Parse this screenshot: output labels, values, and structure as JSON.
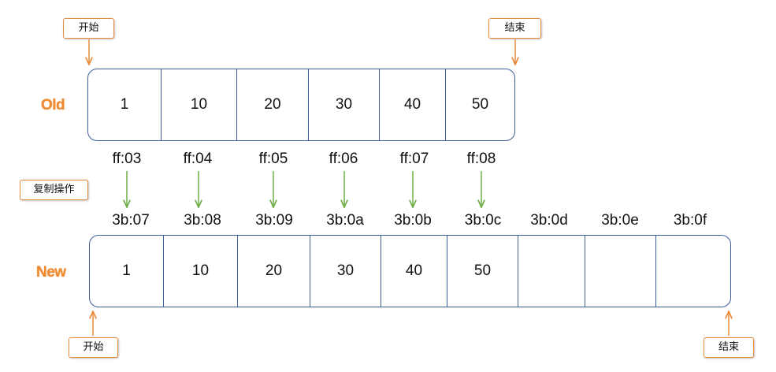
{
  "labels": {
    "old": "Old",
    "new": "New",
    "start": "开始",
    "end": "结束",
    "copy_op": "复制操作"
  },
  "old_array": {
    "values": [
      "1",
      "10",
      "20",
      "30",
      "40",
      "50"
    ],
    "addresses": [
      "ff:03",
      "ff:04",
      "ff:05",
      "ff:06",
      "ff:07",
      "ff:08"
    ]
  },
  "new_array": {
    "values": [
      "1",
      "10",
      "20",
      "30",
      "40",
      "50",
      "",
      "",
      ""
    ],
    "addresses": [
      "3b:07",
      "3b:08",
      "3b:09",
      "3b:0a",
      "3b:0b",
      "3b:0c",
      "3b:0d",
      "3b:0e",
      "3b:0f"
    ]
  },
  "colors": {
    "accent_orange": "#F08A30",
    "array_border": "#3D5D9A",
    "copy_arrow": "#6FAD47"
  }
}
